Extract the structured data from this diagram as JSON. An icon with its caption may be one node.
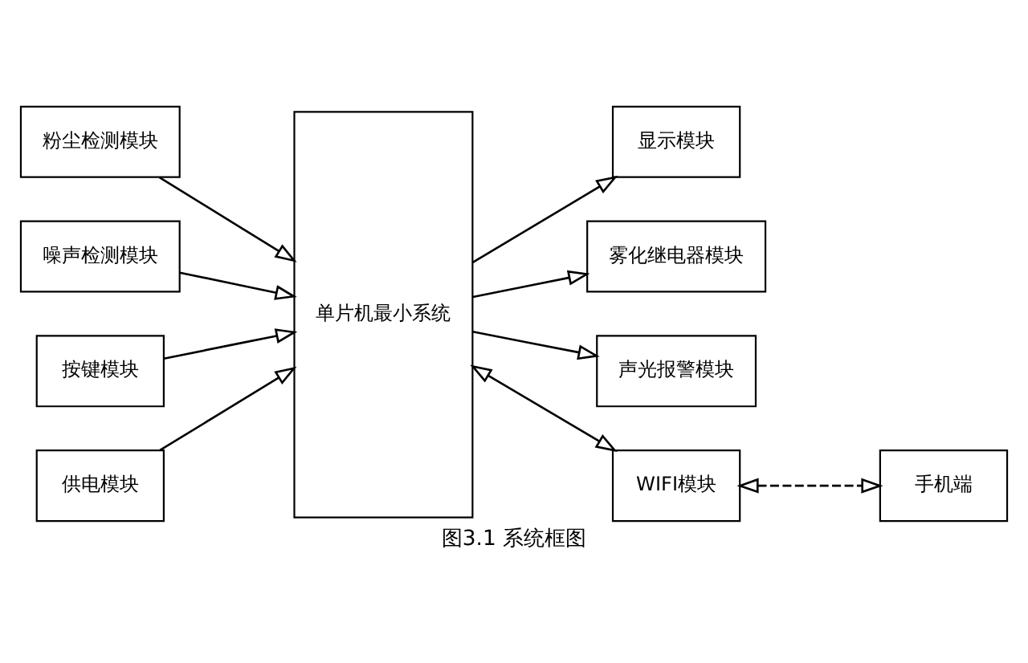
{
  "diagram": {
    "caption": "图3.1 系统框图",
    "nodes": [
      {
        "text": [
          "粉尘检测模块"
        ]
      },
      {
        "text": [
          "噪声检测模块"
        ]
      },
      {
        "text": [
          "按键模块"
        ]
      },
      {
        "text": [
          "供电模块"
        ]
      },
      {
        "text": [
          "单片机最小系统"
        ]
      },
      {
        "text": [
          "显示模块"
        ]
      },
      {
        "text": [
          "雾化继电器模块"
        ]
      },
      {
        "text": [
          "声光报警模块"
        ]
      },
      {
        "text": [
          "WIFI模块"
        ]
      },
      {
        "text": [
          "手机端"
        ]
      }
    ],
    "edges": [
      {
        "from": 0,
        "to": 4,
        "arrow": "to"
      },
      {
        "from": 1,
        "to": 4,
        "arrow": "to"
      },
      {
        "from": 2,
        "to": 4,
        "arrow": "to"
      },
      {
        "from": 3,
        "to": 4,
        "arrow": "to"
      },
      {
        "from": 4,
        "to": 5,
        "arrow": "to"
      },
      {
        "from": 4,
        "to": 6,
        "arrow": "to"
      },
      {
        "from": 4,
        "to": 7,
        "arrow": "to"
      },
      {
        "from": 4,
        "to": 8,
        "arrow": "both"
      },
      {
        "from": 8,
        "to": 9,
        "arrow": "both",
        "style": "dashed"
      }
    ]
  }
}
